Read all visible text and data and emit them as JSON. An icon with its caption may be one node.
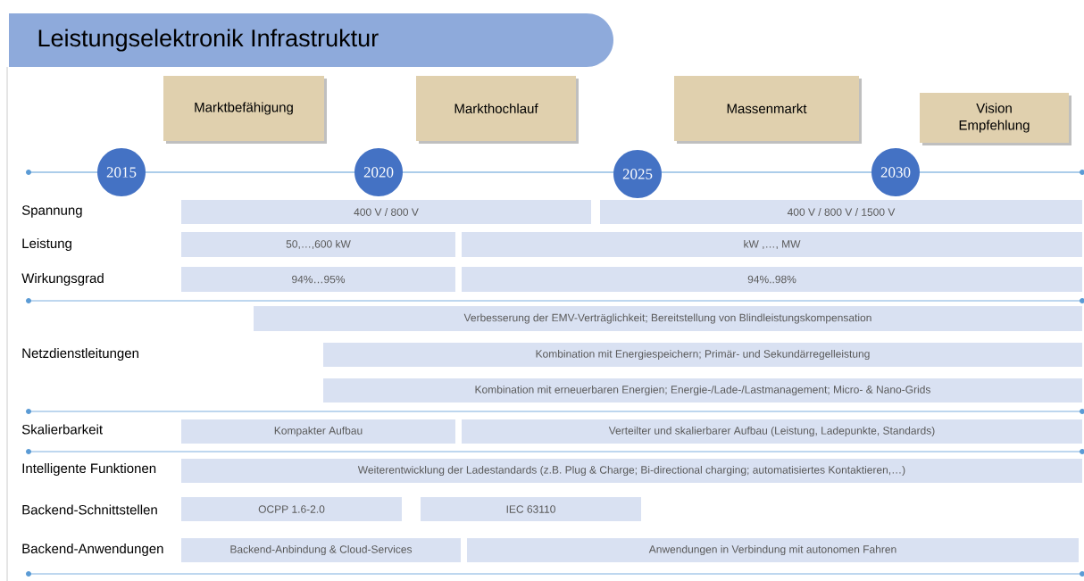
{
  "diagram": {
    "title": "Leistungselektronik Infrastruktur",
    "nodes": [
      {
        "text": [
          "Marktbefähigung"
        ]
      },
      {
        "text": [
          "Markthochlauf"
        ]
      },
      {
        "text": [
          "Massenmarkt"
        ]
      },
      {
        "text": [
          "Vision Empfehlung"
        ]
      },
      {
        "text": [
          "2015"
        ]
      },
      {
        "text": [
          "2020"
        ]
      },
      {
        "text": [
          "2025"
        ]
      },
      {
        "text": [
          "2030"
        ]
      },
      {
        "text": [
          "400 V / 800 V"
        ]
      },
      {
        "text": [
          "400 V / 800 V / 1500 V"
        ]
      },
      {
        "text": [
          "50,…,600 kW"
        ]
      },
      {
        "text": [
          "kW ,…, MW"
        ]
      },
      {
        "text": [
          "94%…95%"
        ]
      },
      {
        "text": [
          "94%..98%"
        ]
      },
      {
        "text": [
          "Verbesserung der EMV-Verträglichkeit; Bereitstellung von Blindleistungskompensation"
        ]
      },
      {
        "text": [
          "Kombination mit Energiespeichern; Primär- und Sekundärregelleistung"
        ]
      },
      {
        "text": [
          "Kombination mit erneuerbaren Energien; Energie-/Lade-/Lastmanagement; Micro- & Nano-Grids"
        ]
      },
      {
        "text": [
          "Kompakter Aufbau"
        ]
      },
      {
        "text": [
          "Verteilter und skalierbarer Aufbau (Leistung, Ladepunkte, Standards)"
        ]
      },
      {
        "text": [
          "Weiterentwicklung der Ladestandards (z.B. Plug & Charge; Bi-directional charging; automatisiertes Kontaktieren,…)"
        ]
      },
      {
        "text": [
          "OCPP 1.6-2.0"
        ]
      },
      {
        "text": [
          "IEC 63110"
        ]
      },
      {
        "text": [
          "Backend-Anbindung & Cloud-Services"
        ]
      },
      {
        "text": [
          "Anwendungen in Verbindung mit autonomen Fahren"
        ]
      }
    ],
    "labels": [
      "Spannung",
      "Leistung",
      "Wirkungsgrad",
      "Netzdienstleitungen",
      "Skalierbarkeit",
      "Intelligente Funktionen",
      "Backend-Schnittstellen",
      "Backend-Anwendungen"
    ]
  }
}
